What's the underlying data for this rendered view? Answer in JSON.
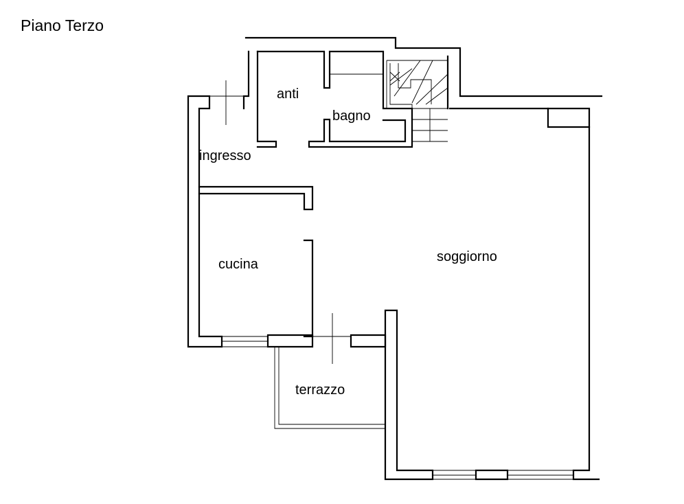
{
  "title": "Piano Terzo",
  "rooms": {
    "anti": "anti",
    "bagno": "bagno",
    "ingresso": "ingresso",
    "cucina": "cucina",
    "soggiorno": "soggiorno",
    "terrazzo": "terrazzo"
  }
}
